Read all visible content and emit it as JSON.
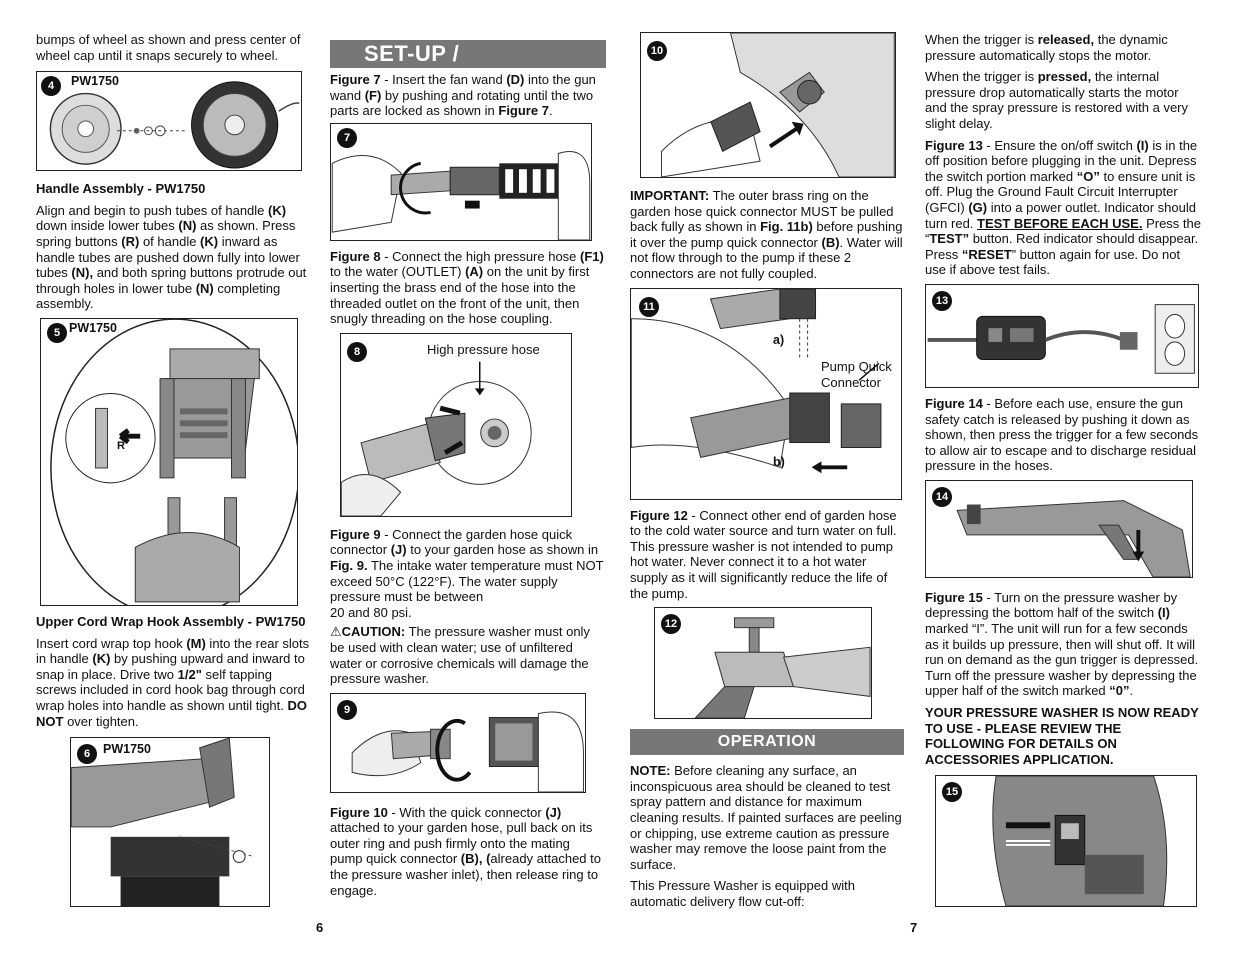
{
  "page_numbers": {
    "left": "6",
    "right": "7"
  },
  "col1": {
    "intro": "bumps of wheel as shown and press center of wheel cap until it snaps securely to wheel.",
    "fig4": {
      "num": "4",
      "model": "PW1750"
    },
    "handle_heading": "Handle Assembly - PW1750",
    "handle_text": [
      "Align and begin to push tubes of handle ",
      "(K)",
      " down inside lower tubes ",
      "(N)",
      " as shown. Press spring buttons ",
      "(R)",
      " of handle ",
      "(K)",
      " inward as handle tubes are pushed down fully into lower tubes ",
      "(N),",
      " and both spring buttons protrude out through holes in lower tube ",
      "(N)",
      " completing assembly."
    ],
    "fig5": {
      "num": "5",
      "model": "PW1750",
      "label_r": "R"
    },
    "cord_heading": "Upper Cord Wrap Hook Assembly - PW1750",
    "cord_text": [
      "Insert cord wrap top hook ",
      "(M)",
      " into the rear slots in handle ",
      "(K)",
      " by pushing upward and inward to snap in place. Drive two ",
      "1/2\"",
      " self tapping screws included in cord hook bag through cord wrap holes into handle as shown until tight. ",
      "DO NOT",
      " over tighten."
    ],
    "fig6": {
      "num": "6",
      "model": "PW1750"
    }
  },
  "col2": {
    "section_title": "SET-UP / ADJUSTMENT",
    "fig7_caption": [
      "Figure 7",
      " - Insert the fan wand ",
      "(D)",
      " into the gun wand ",
      "(F)",
      " by pushing and rotating until the two parts are locked as shown in ",
      "Figure 7",
      "."
    ],
    "fig7": {
      "num": "7"
    },
    "fig8_caption": [
      "Figure 8",
      " - Connect the high pressure hose ",
      "(F1)",
      " to the water (OUTLET) ",
      "(A)",
      " on the unit by first inserting the brass end of the hose into the threaded outlet on the front of the unit, then snugly threading on the hose coupling."
    ],
    "fig8": {
      "num": "8",
      "label": "High pressure hose"
    },
    "fig9_caption": [
      "Figure 9",
      "  - Connect the garden hose quick connector ",
      "(J)",
      " to your garden hose as shown in ",
      "Fig. 9.",
      " The intake water temperature must NOT exceed 50°C (122°F). The water supply pressure must be between",
      "20 and 80 psi."
    ],
    "caution": [
      "⚠",
      "CAUTION:",
      " The pressure washer must only be used with clean water; use of unfiltered water or corrosive chemicals will damage the pressure washer."
    ],
    "fig9": {
      "num": "9"
    },
    "fig10_caption": [
      "Figure 10",
      " - With the quick connector ",
      "(J)",
      " attached to your garden hose, pull back on its outer ring and push firmly onto the mating pump quick connector ",
      "(B), (",
      "already attached to the pressure washer inlet), then release ring to engage."
    ]
  },
  "col3": {
    "fig10": {
      "num": "10"
    },
    "important": [
      "IMPORTANT:",
      " The outer brass ring on the garden hose quick connector MUST be pulled back fully as shown in ",
      "Fig. 11b)",
      " before pushing it over the pump quick connector ",
      "(B)",
      ". Water will not flow through to the pump if these 2 connectors are not fully coupled."
    ],
    "fig11": {
      "num": "11",
      "label_a": "a)",
      "label_b": "b)",
      "label_pump": "Pump Quick",
      "label_conn": "Connector"
    },
    "fig12_caption": [
      "Figure 12",
      " - Connect other end of garden hose to the cold water source and turn water on full.  This pressure washer is not intended to pump hot water. Never connect it to a hot water supply as it will significantly reduce the life of the pump."
    ],
    "fig12": {
      "num": "12"
    },
    "section_title": "OPERATION",
    "note": [
      "NOTE:",
      " Before cleaning any surface, an inconspicuous area should be cleaned to test spray pattern and distance for maximum cleaning results. If painted surfaces are peeling or chipping, use extreme caution as pressure washer may remove the loose paint from the surface."
    ],
    "flow_text": "This Pressure Washer is equipped with automatic delivery flow cut-off:"
  },
  "col4": {
    "released": [
      "When the trigger is ",
      "released,",
      " the dynamic pressure automatically stops the motor."
    ],
    "pressed": [
      "When the trigger is ",
      "pressed,",
      " the internal pressure drop automatically starts the motor and the spray pressure is restored with a very slight delay."
    ],
    "fig13_caption": [
      "Figure 13",
      " - Ensure the on/off switch ",
      "(I)",
      " is in the off position before plugging in the unit. Depress the switch portion marked ",
      "“O”",
      " to ensure unit is off. Plug the Ground Fault Circuit Interrupter (GFCI) ",
      "(G)",
      " into a power outlet. Indicator should turn red. ",
      "TEST BEFORE EACH USE.",
      "  Press the “",
      "TEST”",
      " button. Red indicator should disappear. Press ",
      "“RESET",
      "” button again for use. Do not use if above test fails."
    ],
    "fig13": {
      "num": "13"
    },
    "fig14_caption": [
      "Figure 14",
      " - Before each use, ensure the gun safety catch is released by pushing it down as shown, then press the trigger for a few seconds to allow air to escape and to discharge residual pressure in the hoses."
    ],
    "fig14": {
      "num": "14"
    },
    "fig15_caption": [
      "Figure 15",
      " - Turn on the pressure washer by depressing the bottom half of the switch ",
      "(I)",
      " marked “I”. The unit will run for a few seconds as it builds up pressure, then will shut off. It will run on demand as the gun trigger is depressed. Turn off the pressure washer by depressing the upper half of the switch marked ",
      "“0”",
      "."
    ],
    "ready": "YOUR PRESSURE WASHER IS NOW READY TO USE - PLEASE REVIEW THE FOLLOWING FOR DETAILS ON ACCESSORIES APPLICATION.",
    "fig15": {
      "num": "15"
    }
  }
}
